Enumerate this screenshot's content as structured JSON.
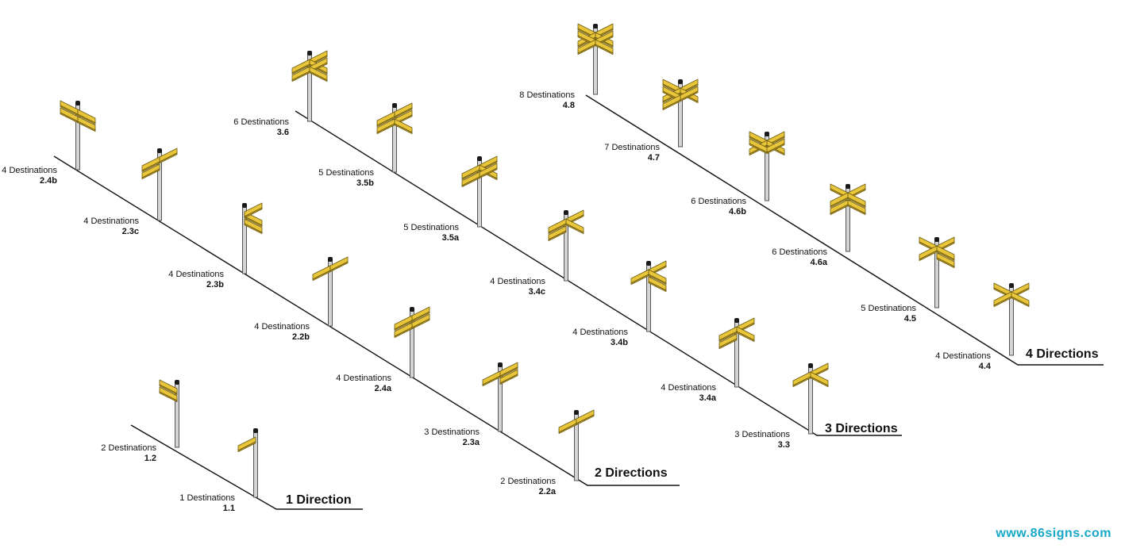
{
  "colors": {
    "blade": "#e8c53a",
    "blade_shade": "#c9a624",
    "post": "#d4d4d4",
    "rail": "#111111",
    "website": "#17a8c8"
  },
  "website": "www.86signs.com",
  "groups": [
    {
      "title": "1 Direction",
      "signposts": [
        {
          "destinations": "2 Destinations",
          "code": "1.2",
          "blades": [
            "left-back",
            "left-back"
          ]
        },
        {
          "destinations": "1 Destinations",
          "code": "1.1",
          "blades": [
            "left-front"
          ]
        }
      ]
    },
    {
      "title": "2 Directions",
      "signposts": [
        {
          "destinations": "4 Destinations",
          "code": "2.4b",
          "blades": [
            "left-back",
            "right-front",
            "left-back",
            "right-front"
          ]
        },
        {
          "destinations": "4 Destinations",
          "code": "2.3c",
          "blades": [
            "left-front",
            "right-back",
            "left-front"
          ]
        },
        {
          "destinations": "4 Destinations",
          "code": "2.3b",
          "blades": [
            "right-front",
            "right-back",
            "right-front"
          ]
        },
        {
          "destinations": "4 Destinations",
          "code": "2.2b",
          "blades": [
            "left-front",
            "right-back"
          ]
        },
        {
          "destinations": "4 Destinations",
          "code": "2.4a",
          "blades": [
            "left-front",
            "right-back",
            "left-front",
            "right-back"
          ]
        },
        {
          "destinations": "3 Destinations",
          "code": "2.3a",
          "blades": [
            "left-front",
            "right-back",
            "right-back"
          ]
        },
        {
          "destinations": "2 Destinations",
          "code": "2.2a",
          "blades": [
            "left-front",
            "right-back"
          ]
        }
      ]
    },
    {
      "title": "3 Directions",
      "signposts": [
        {
          "destinations": "6 Destinations",
          "code": "3.6",
          "blades": [
            "right-back",
            "left-front",
            "right-front",
            "right-back",
            "left-front",
            "right-front"
          ]
        },
        {
          "destinations": "5 Destinations",
          "code": "3.5b",
          "blades": [
            "right-back",
            "left-front",
            "right-back",
            "left-front",
            "right-front"
          ]
        },
        {
          "destinations": "5 Destinations",
          "code": "3.5a",
          "blades": [
            "right-back",
            "left-front",
            "right-front",
            "right-back",
            "left-front"
          ]
        },
        {
          "destinations": "4 Destinations",
          "code": "3.4c",
          "blades": [
            "right-back",
            "left-front",
            "right-front",
            "left-front"
          ]
        },
        {
          "destinations": "4 Destinations",
          "code": "3.4b",
          "blades": [
            "right-back",
            "left-front",
            "right-front",
            "right-front"
          ]
        },
        {
          "destinations": "4 Destinations",
          "code": "3.4a",
          "blades": [
            "left-front",
            "right-back",
            "right-front",
            "left-front"
          ]
        },
        {
          "destinations": "3 Destinations",
          "code": "3.3",
          "blades": [
            "right-back",
            "left-front",
            "right-front"
          ]
        }
      ]
    },
    {
      "title": "4 Directions",
      "signposts": [
        {
          "destinations": "8 Destinations",
          "code": "4.8",
          "blades": [
            "left-back",
            "right-back",
            "left-front",
            "right-front",
            "left-back",
            "right-back",
            "left-front",
            "right-front"
          ]
        },
        {
          "destinations": "7 Destinations",
          "code": "4.7",
          "blades": [
            "left-back",
            "right-back",
            "left-front",
            "right-front",
            "left-back",
            "right-back",
            "left-front"
          ]
        },
        {
          "destinations": "6 Destinations",
          "code": "4.6b",
          "blades": [
            "left-back",
            "right-back",
            "left-front",
            "right-front",
            "left-back",
            "right-back"
          ]
        },
        {
          "destinations": "6 Destinations",
          "code": "4.6a",
          "blades": [
            "left-back",
            "right-back",
            "left-front",
            "right-front",
            "left-front",
            "right-front"
          ]
        },
        {
          "destinations": "5 Destinations",
          "code": "4.5",
          "blades": [
            "left-back",
            "right-back",
            "left-front",
            "right-front",
            "right-front"
          ]
        },
        {
          "destinations": "4 Destinations",
          "code": "4.4",
          "blades": [
            "left-back",
            "right-back",
            "left-front",
            "right-front"
          ]
        }
      ]
    }
  ]
}
